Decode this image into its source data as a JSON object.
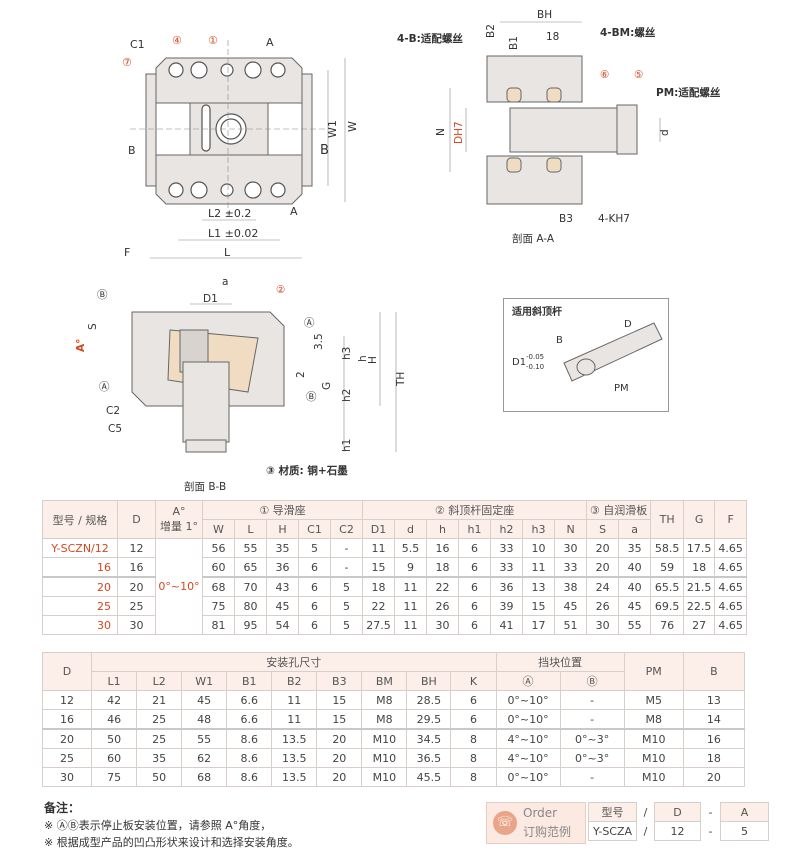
{
  "drawings": {
    "top_view": {
      "labels": [
        "C1",
        "④",
        "①",
        "A",
        "⑦",
        "B",
        "B",
        "W1",
        "W",
        "L2 ±0.2",
        "L1 ±0.02",
        "A",
        "F",
        "L"
      ]
    },
    "section_aa": {
      "title": "剖面 A-A",
      "labels": [
        "BH",
        "4-B:适配螺丝",
        "B2",
        "B1",
        "18",
        "4-BM:螺丝",
        "⑥",
        "⑤",
        "PM:适配螺丝",
        "N",
        "DH7",
        "d",
        "B3",
        "4-KH7"
      ]
    },
    "section_bb": {
      "title": "剖面 B-B",
      "labels": [
        "a",
        "Ⓑ",
        "D1",
        "②",
        "S",
        "A°",
        "Ⓐ",
        "3.5",
        "h3",
        "h",
        "H",
        "TH",
        "2",
        "G",
        "Ⓑ",
        "h2",
        "Ⓐ",
        "C2",
        "C5",
        "h1"
      ],
      "material": "③ 材质: 铜+石墨"
    },
    "rod_box": {
      "title": "适用斜顶杆",
      "labels": [
        "D",
        "B",
        "D1",
        "-0.05",
        "-0.10",
        "PM"
      ]
    }
  },
  "table1": {
    "headers": {
      "type": "型号 / 规格",
      "D": "D",
      "A1": "A°",
      "A2": "增量 1°",
      "g1": "① 导滑座",
      "g2": "② 斜顶杆固定座",
      "g3": "③ 自润滑板",
      "TH": "TH",
      "G": "G",
      "F": "F",
      "cols": [
        "W",
        "L",
        "H",
        "C1",
        "C2",
        "D1",
        "d",
        "h",
        "h1",
        "h2",
        "h3",
        "N",
        "S",
        "a"
      ]
    },
    "angle": "0°~10°",
    "rows": [
      {
        "type": "Y-SCZN/12",
        "D": "12",
        "v": [
          "56",
          "55",
          "35",
          "5",
          "-",
          "11",
          "5.5",
          "16",
          "6",
          "33",
          "10",
          "30",
          "20",
          "35",
          "58.5",
          "17.5",
          "4.65"
        ]
      },
      {
        "type": "16",
        "D": "16",
        "v": [
          "60",
          "65",
          "36",
          "6",
          "-",
          "15",
          "9",
          "18",
          "6",
          "33",
          "11",
          "33",
          "20",
          "40",
          "59",
          "18",
          "4.65"
        ]
      },
      {
        "type": "20",
        "D": "20",
        "v": [
          "68",
          "70",
          "43",
          "6",
          "5",
          "18",
          "11",
          "22",
          "6",
          "36",
          "13",
          "38",
          "24",
          "40",
          "65.5",
          "21.5",
          "4.65"
        ]
      },
      {
        "type": "25",
        "D": "25",
        "v": [
          "75",
          "80",
          "45",
          "6",
          "5",
          "22",
          "11",
          "26",
          "6",
          "39",
          "15",
          "45",
          "26",
          "45",
          "69.5",
          "22.5",
          "4.65"
        ]
      },
      {
        "type": "30",
        "D": "30",
        "v": [
          "81",
          "95",
          "54",
          "6",
          "5",
          "27.5",
          "11",
          "30",
          "6",
          "41",
          "17",
          "51",
          "30",
          "55",
          "76",
          "27",
          "4.65"
        ]
      }
    ]
  },
  "table2": {
    "headers": {
      "D": "D",
      "g1": "安装孔尺寸",
      "g2": "挡块位置",
      "PM": "PM",
      "B": "B",
      "cols": [
        "L1",
        "L2",
        "W1",
        "B1",
        "B2",
        "B3",
        "BM",
        "BH",
        "K",
        "Ⓐ",
        "Ⓑ"
      ]
    },
    "rows": [
      [
        "12",
        "42",
        "21",
        "45",
        "6.6",
        "11",
        "15",
        "M8",
        "28.5",
        "6",
        "0°~10°",
        "-",
        "M5",
        "13"
      ],
      [
        "16",
        "46",
        "25",
        "48",
        "6.6",
        "11",
        "15",
        "M8",
        "29.5",
        "6",
        "0°~10°",
        "-",
        "M8",
        "14"
      ],
      [
        "20",
        "50",
        "25",
        "55",
        "8.6",
        "13.5",
        "20",
        "M10",
        "34.5",
        "8",
        "4°~10°",
        "0°~3°",
        "M10",
        "16"
      ],
      [
        "25",
        "60",
        "35",
        "62",
        "8.6",
        "13.5",
        "20",
        "M10",
        "36.5",
        "8",
        "4°~10°",
        "0°~3°",
        "M10",
        "18"
      ],
      [
        "30",
        "75",
        "50",
        "68",
        "8.6",
        "13.5",
        "20",
        "M10",
        "45.5",
        "8",
        "0°~10°",
        "-",
        "M10",
        "20"
      ]
    ]
  },
  "notes": {
    "title": "备注：",
    "lines": [
      "※ ⒶⒷ表示停止板安装位置，请参照 A°角度，",
      "※ 根据成型产品的凹凸形状来设计和选择安装角度。"
    ]
  },
  "order": {
    "icon": "phone-icon",
    "label_en": "Order",
    "label_cn": "订购范例",
    "header": [
      "型号",
      "/",
      "D",
      "-",
      "A"
    ],
    "example": [
      "Y-SCZA",
      "/",
      "12",
      "-",
      "5"
    ]
  },
  "colors": {
    "accent": "#d4471f",
    "header_bg": "#fcefe9",
    "part": "#e9e5e2",
    "bronze": "#f0dcc2"
  }
}
